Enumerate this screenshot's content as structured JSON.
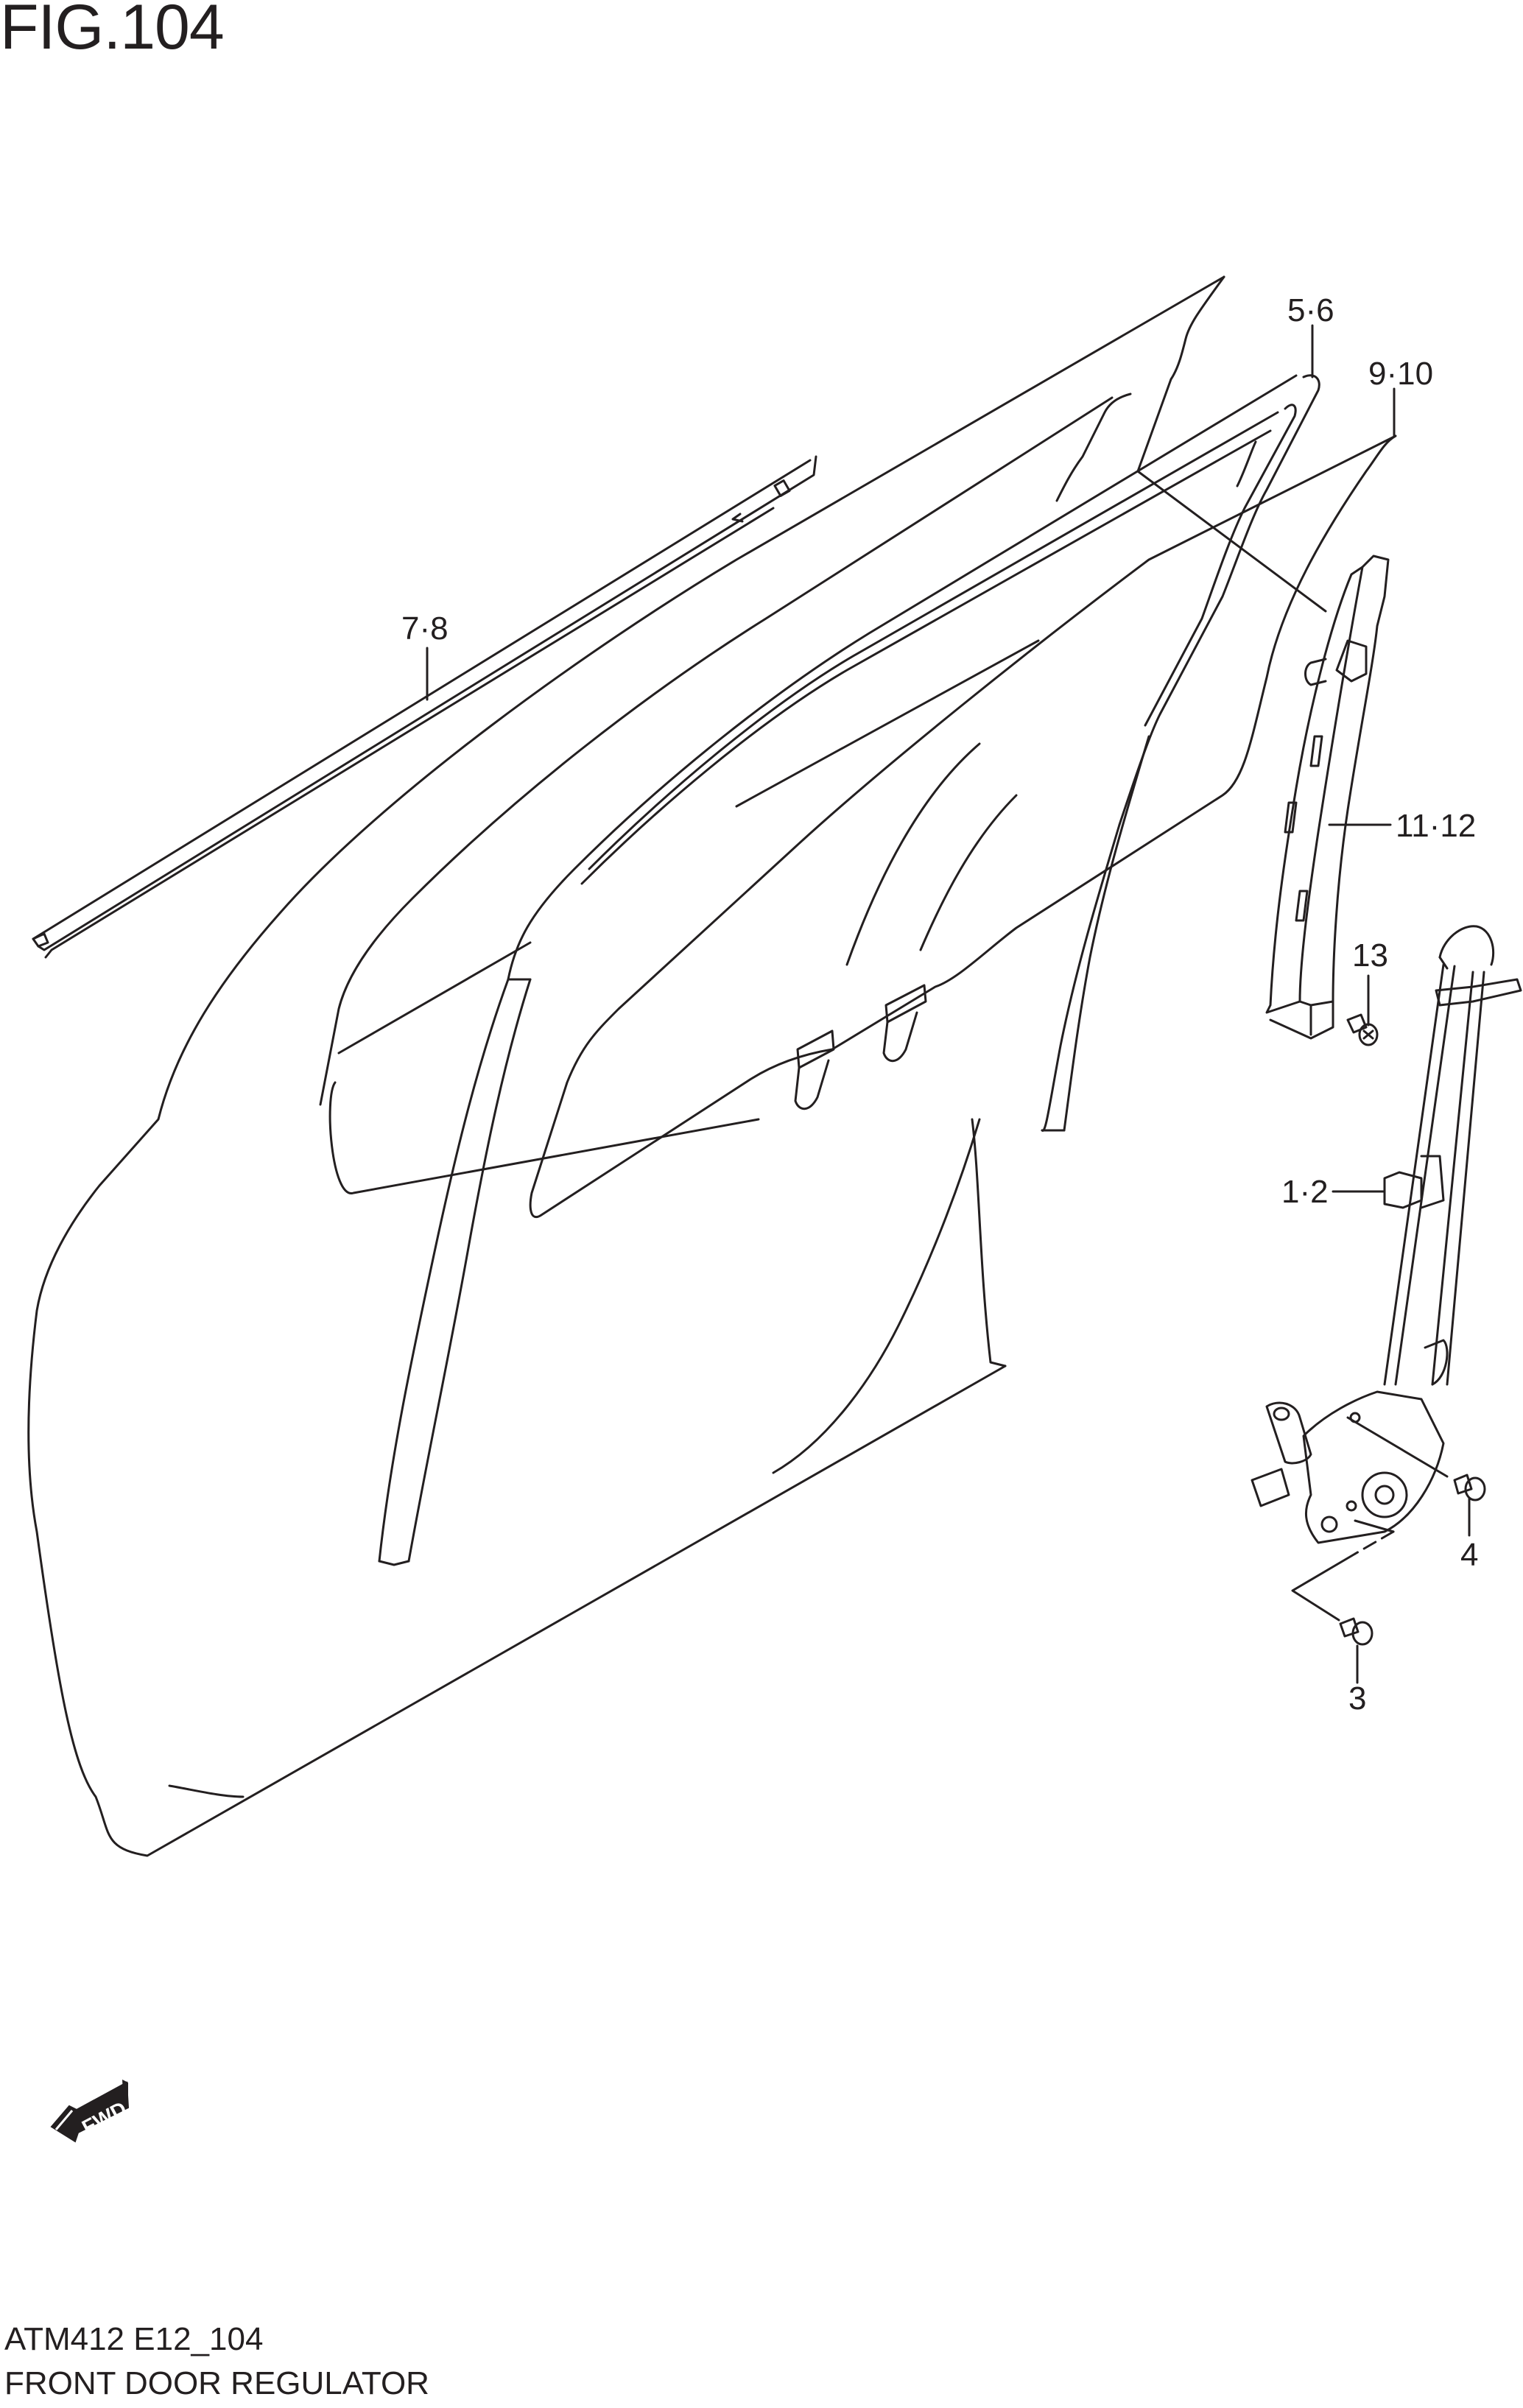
{
  "figure": {
    "title": "FIG.104",
    "model_code": "ATM412 E12_104",
    "name": "FRONT DOOR REGULATOR"
  },
  "callouts": [
    {
      "id": "c-5-6",
      "label": "5·6",
      "part": "front door glass run / sash channel"
    },
    {
      "id": "c-9-10",
      "label": "9·10",
      "part": "front door glass"
    },
    {
      "id": "c-7-8",
      "label": "7·8",
      "part": "outer weatherstrip"
    },
    {
      "id": "c-11-12",
      "label": "11·12",
      "part": "rear glass channel"
    },
    {
      "id": "c-13",
      "label": "13",
      "part": "bolt"
    },
    {
      "id": "c-1-2",
      "label": "1·2",
      "part": "window regulator with motor"
    },
    {
      "id": "c-4",
      "label": "4",
      "part": "bolt"
    },
    {
      "id": "c-3",
      "label": "3",
      "part": "bolt"
    }
  ],
  "orientation": {
    "badge_text": "FWD",
    "direction": "front-left"
  },
  "colors": {
    "line": "#231f20",
    "background": "#ffffff"
  }
}
